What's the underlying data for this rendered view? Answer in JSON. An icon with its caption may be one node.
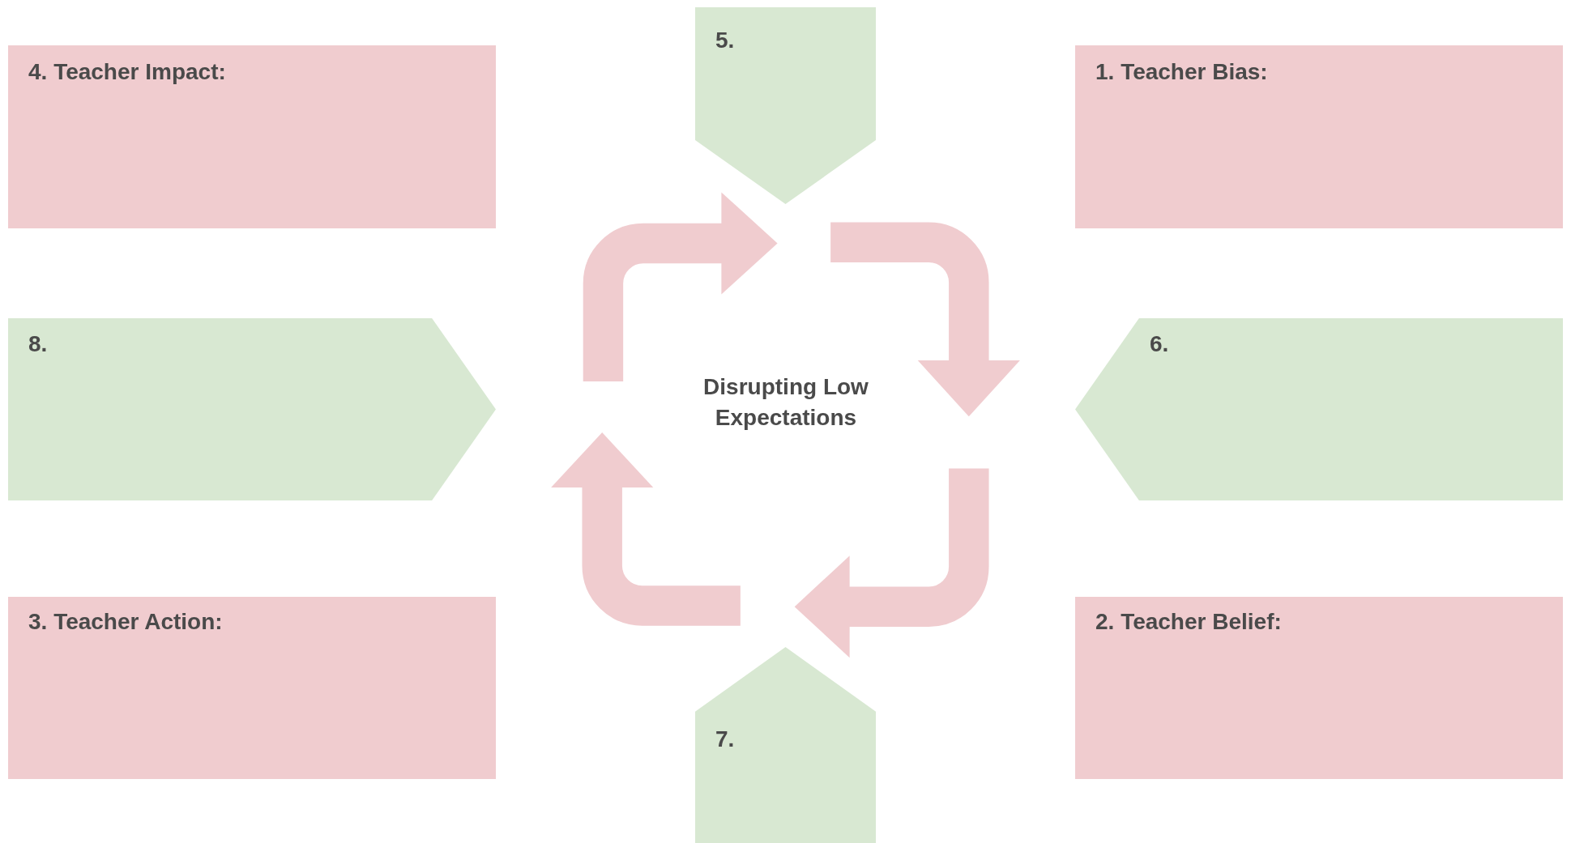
{
  "diagram": {
    "nodes": [
      {
        "text": [
          "4. Teacher Impact:"
        ]
      },
      {
        "text": [
          "5."
        ]
      },
      {
        "text": [
          "1. Teacher Bias:"
        ]
      },
      {
        "text": [
          "8."
        ]
      },
      {
        "text": [
          "6."
        ]
      },
      {
        "text": [
          "3. Teacher Action:"
        ]
      },
      {
        "text": [
          "7."
        ]
      },
      {
        "text": [
          "2. Teacher Belief:"
        ]
      }
    ],
    "labels": [
      "Disrupting Low Expectations"
    ]
  }
}
